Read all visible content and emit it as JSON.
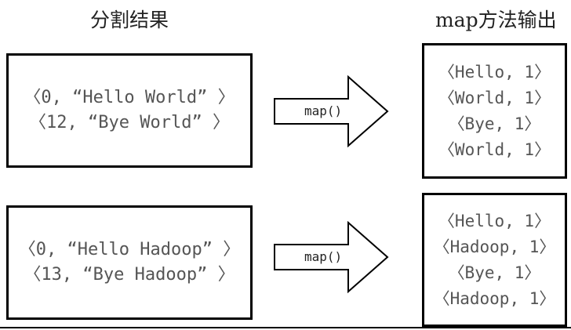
{
  "headings": {
    "left": "分割结果",
    "right": "map方法输出"
  },
  "groups": [
    {
      "inputs": [
        "〈0, “Hello World” 〉",
        "〈12, “Bye World” 〉"
      ],
      "operation": "map()",
      "outputs": [
        "〈Hello, 1〉",
        "〈World, 1〉",
        "〈Bye, 1〉",
        "〈World, 1〉"
      ]
    },
    {
      "inputs": [
        "〈0, “Hello Hadoop” 〉",
        "〈13, “Bye Hadoop” 〉"
      ],
      "operation": "map()",
      "outputs": [
        "〈Hello, 1〉",
        "〈Hadoop, 1〉",
        "〈Bye, 1〉",
        "〈Hadoop, 1〉"
      ]
    }
  ],
  "colors": {
    "border": "#000000",
    "text": "#555555"
  }
}
